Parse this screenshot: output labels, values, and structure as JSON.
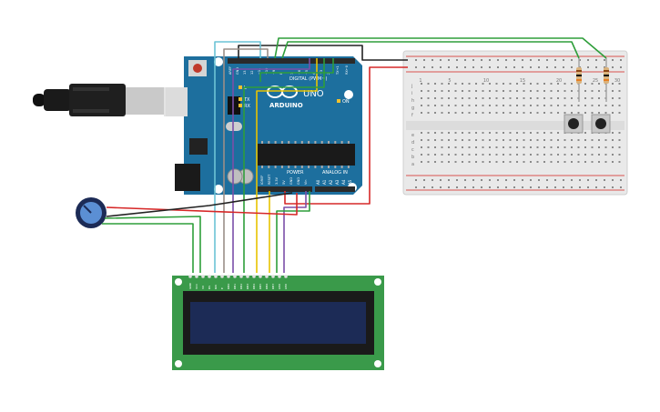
{
  "arduino": {
    "brand": "ARDUINO",
    "model": "UNO",
    "digital_label": "DIGITAL (PWM~)",
    "power_label": "POWER",
    "analog_label": "ANALOG IN",
    "on_label": "ON",
    "tx_label": "TX",
    "rx_label": "RX",
    "l_label": "L",
    "digital_pins": [
      "AREF",
      "GND",
      "13",
      "12",
      "~11",
      "~10",
      "~9",
      "8",
      "7",
      "~6",
      "~5",
      "4",
      "~3",
      "2",
      "TX→1",
      "RX←0"
    ],
    "power_pins": [
      "IOREF",
      "RESET",
      "3.3V",
      "5V",
      "GND",
      "GND",
      "Vin"
    ],
    "analog_pins": [
      "A0",
      "A1",
      "A2",
      "A3",
      "A4",
      "A5"
    ]
  },
  "breadboard": {
    "columns_top": [
      "1",
      "5",
      "10",
      "15",
      "20",
      "25",
      "30"
    ],
    "row_letters_top": [
      "j",
      "i",
      "h",
      "g",
      "f"
    ],
    "row_letters_bottom": [
      "e",
      "d",
      "c",
      "b",
      "a"
    ]
  },
  "lcd": {
    "pin_labels": [
      "GND",
      "VCC",
      "V0",
      "RS",
      "RW",
      "E",
      "DB0",
      "DB1",
      "DB2",
      "DB3",
      "DB4",
      "DB5",
      "DB6",
      "DB7",
      "LED",
      "LED"
    ]
  },
  "colors": {
    "board": "#1d6f9e",
    "lcd_pcb": "#3a9a4a",
    "lcd_screen": "#1c2b56",
    "wire_red": "#d62828",
    "wire_black": "#222222",
    "wire_green": "#2e9e3a",
    "wire_yellow": "#e8c300",
    "wire_purple": "#7b4fa8",
    "wire_cyan": "#6cc3d5",
    "wire_gray": "#9a8f88"
  }
}
